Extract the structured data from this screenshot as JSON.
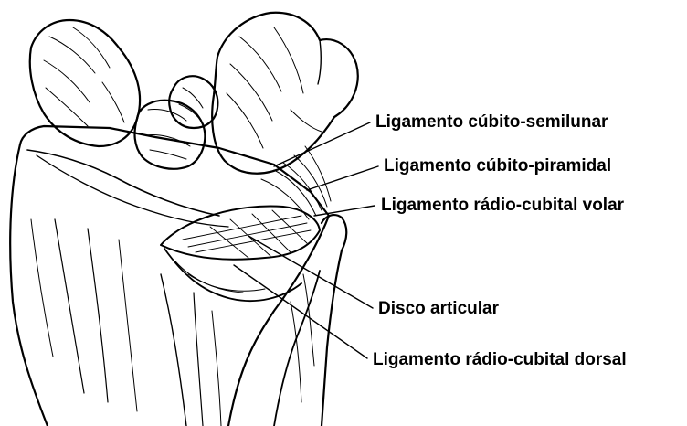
{
  "labels": [
    "Ligamento cúbito-semilunar",
    "Ligamento cúbito-piramidal",
    "Ligamento rádio-cubital volar",
    "Disco articular",
    "Ligamento rádio-cubital dorsal"
  ],
  "colors": {
    "ink": "#000000",
    "paper": "#ffffff"
  }
}
